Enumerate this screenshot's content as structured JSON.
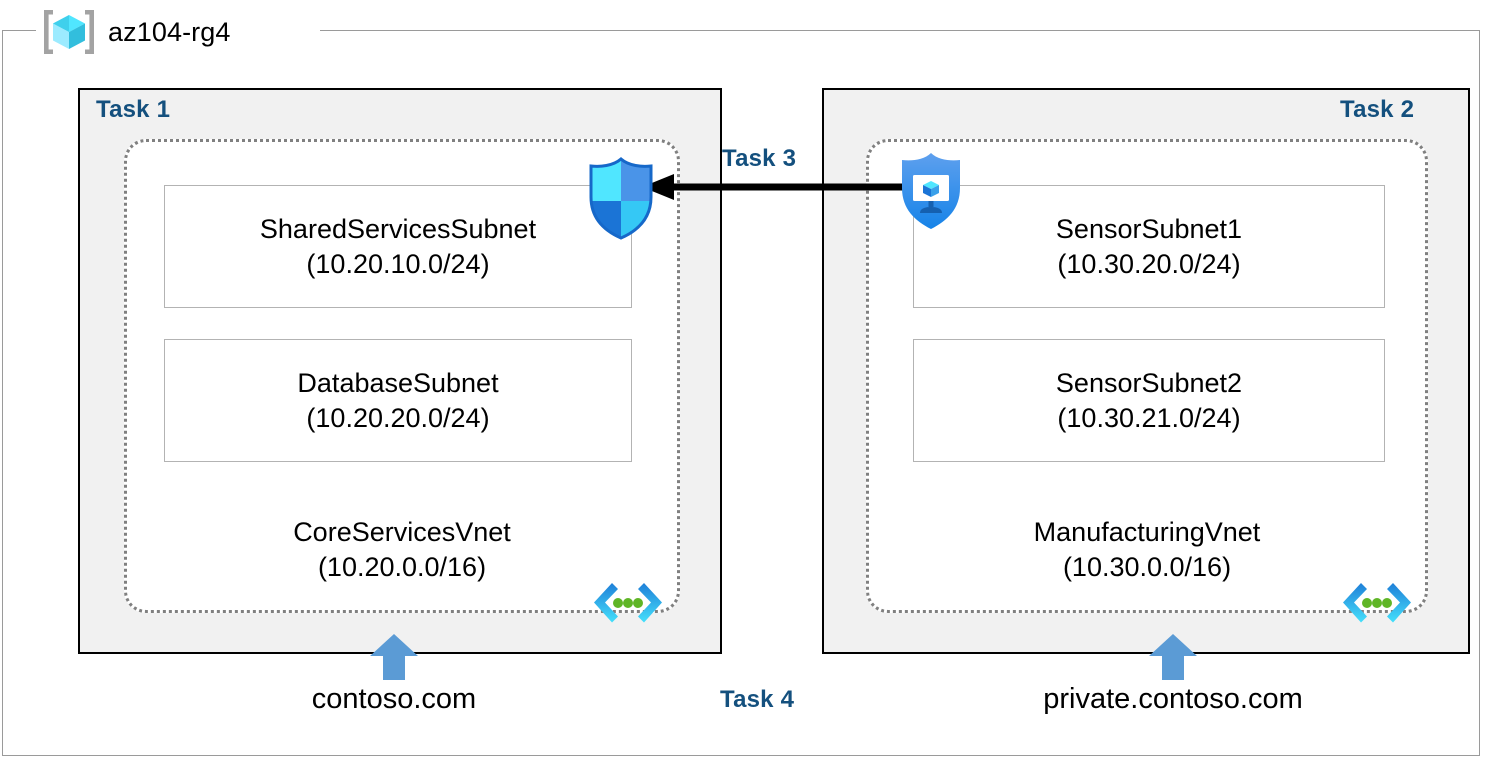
{
  "resource_group": {
    "name": "az104-rg4",
    "icon": "azure-resource-group-icon"
  },
  "colors": {
    "task_label": "#14507e",
    "task_box_fill": "#f1f1f1",
    "task_box_border": "#000000",
    "vnet_border": "#808080",
    "subnet_border": "#b3b3b3",
    "up_arrow": "#5b9bd5",
    "peering_arrow": "#000000",
    "vnet_icon_bracket": "#0f7fd4",
    "vnet_icon_dot": "#5fb526",
    "frame": "#9a9a9a"
  },
  "tasks": {
    "task1": {
      "label": "Task 1"
    },
    "task2": {
      "label": "Task 2"
    },
    "task3": {
      "label": "Task 3"
    },
    "task4": {
      "label": "Task 4"
    }
  },
  "left_panel": {
    "vnet": {
      "name": "CoreServicesVnet",
      "cidr": "(10.20.0.0/16)",
      "icon": "virtual-network-icon"
    },
    "subnets": [
      {
        "name": "SharedServicesSubnet",
        "cidr": "(10.20.10.0/24)"
      },
      {
        "name": "DatabaseSubnet",
        "cidr": "(10.20.20.0/24)"
      }
    ],
    "dns_zone": "contoso.com",
    "dns_arrow_icon": "up-arrow-icon"
  },
  "right_panel": {
    "vnet": {
      "name": "ManufacturingVnet",
      "cidr": "(10.30.0.0/16)",
      "icon": "virtual-network-icon"
    },
    "subnets": [
      {
        "name": "SensorSubnet1",
        "cidr": "(10.30.20.0/24)"
      },
      {
        "name": "SensorSubnet2",
        "cidr": "(10.30.21.0/24)"
      }
    ],
    "dns_zone": "private.contoso.com",
    "dns_arrow_icon": "up-arrow-icon"
  },
  "icons": {
    "shield": "network-security-shield-icon",
    "vm_shield": "virtual-machine-shield-icon",
    "peering": "peering-arrow-icon"
  }
}
